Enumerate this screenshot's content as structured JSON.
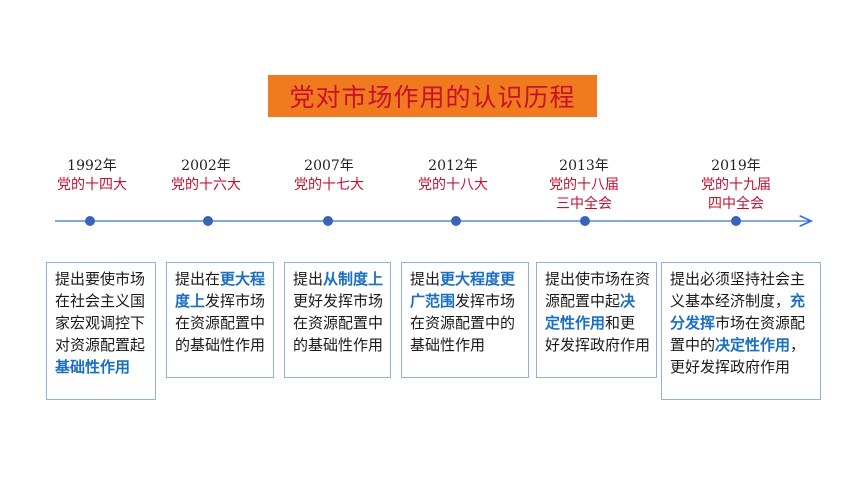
{
  "title": "党对市场作用的认识历程",
  "colors": {
    "title_bg": "#f07a1e",
    "title_text": "#c8102e",
    "axis": "#3a6fd8",
    "dot": "#3a63b8",
    "party_text": "#c8102e",
    "highlight": "#1a6fc4",
    "card_border": "#8fb4d9"
  },
  "timeline": [
    {
      "year": "1992年",
      "party": "党的十四大"
    },
    {
      "year": "2002年",
      "party": "党的十六大"
    },
    {
      "year": "2007年",
      "party": "党的十七大"
    },
    {
      "year": "2012年",
      "party": "党的十八大"
    },
    {
      "year": "2013年",
      "party": "党的十八届\n三中全会"
    },
    {
      "year": "2019年",
      "party": "党的十九届\n四中全会"
    }
  ],
  "cards": [
    {
      "segments": [
        {
          "t": "提出要使市场在社会主义国家宏观调控下对资源配置起"
        },
        {
          "t": "基础性作用",
          "hl": true
        }
      ]
    },
    {
      "segments": [
        {
          "t": "提出在"
        },
        {
          "t": "更大程度上",
          "hl": true
        },
        {
          "t": "发挥市场在资源配置中的基础性作用"
        }
      ]
    },
    {
      "segments": [
        {
          "t": "提出"
        },
        {
          "t": "从制度上",
          "hl": true
        },
        {
          "t": "更好发挥市场在资源配置中的基础性作用"
        }
      ]
    },
    {
      "segments": [
        {
          "t": "提出"
        },
        {
          "t": "更大程度更广范围",
          "hl": true
        },
        {
          "t": "发挥市场在资源配置中的基础性作用"
        }
      ]
    },
    {
      "segments": [
        {
          "t": "提出使市场在资源配置中起"
        },
        {
          "t": "决定性作用",
          "hl": true
        },
        {
          "t": "和更好发挥政府作用"
        }
      ]
    },
    {
      "segments": [
        {
          "t": "提出必须坚持社会主义基本经济制度，"
        },
        {
          "t": "充分发挥",
          "hl": true
        },
        {
          "t": "市场在资源配置中的"
        },
        {
          "t": "决定性作用",
          "hl": true
        },
        {
          "t": "，更好发挥政府作用"
        }
      ]
    }
  ]
}
